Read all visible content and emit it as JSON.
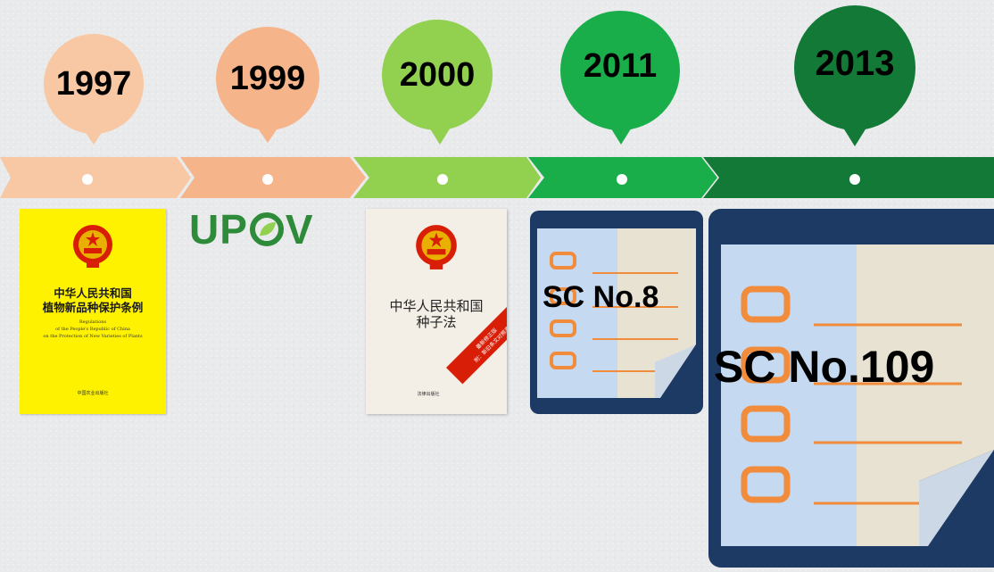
{
  "timeline": [
    {
      "year": "1997",
      "color": "#f8c7a3"
    },
    {
      "year": "1999",
      "color": "#f6b48a"
    },
    {
      "year": "2000",
      "color": "#92d050"
    },
    {
      "year": "2011",
      "color": "#1aae4b"
    },
    {
      "year": "2013",
      "color": "#127a36"
    }
  ],
  "items": {
    "book1": {
      "title_line1": "中华人民共和国",
      "title_line2": "植物新品种保护条例",
      "en_line1": "Regulations",
      "en_line2": "of the People's Republic of China",
      "en_line3": "on the Protection of New Varieties of Plants",
      "publisher": "中国农业出版社"
    },
    "upov": {
      "text_a": "UP",
      "text_b": "V"
    },
    "book2": {
      "title_line1": "中华人民共和国",
      "title_line2": "种子法",
      "ribbon_line1": "最新修正版",
      "ribbon_line2": "附：新旧条文对照表",
      "publisher": "法律出版社"
    },
    "doc1": {
      "label": "SC No.8"
    },
    "doc2": {
      "label": "SC No.109"
    }
  },
  "colors": {
    "tablet_frame": "#1c3a63",
    "paper_left": "#c5d9f1",
    "paper_right": "#e8e2d2",
    "checkbox": "#f08c3c",
    "book_yellow": "#fff200"
  }
}
